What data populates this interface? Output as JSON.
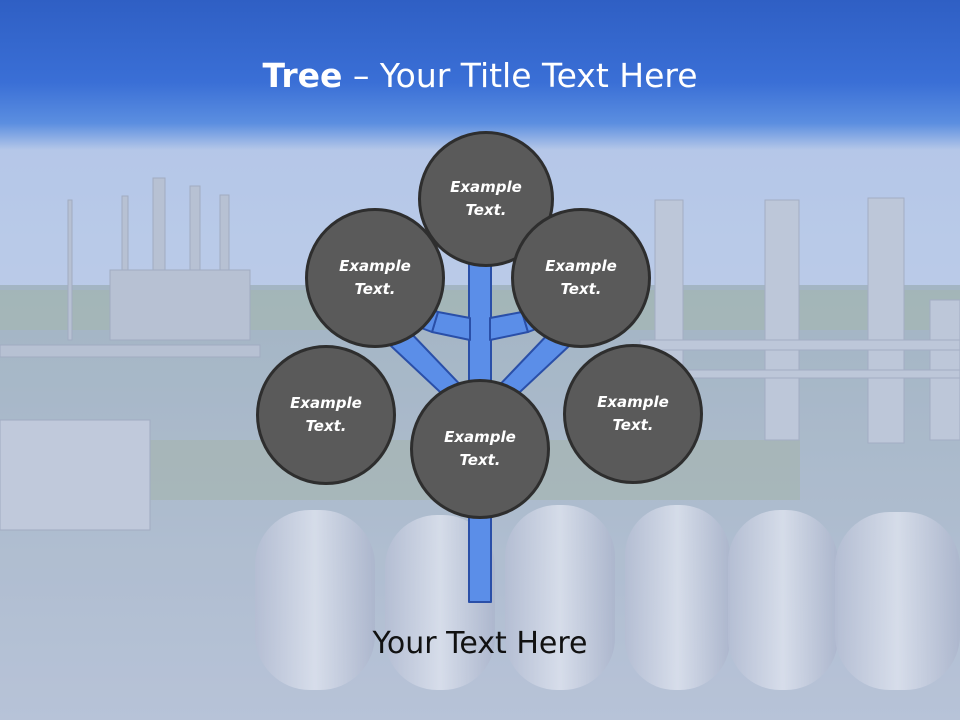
{
  "slide": {
    "title_bold": "Tree",
    "title_rest": " – Your Title Text Here",
    "caption": "Your Text Here"
  },
  "diagram": {
    "type": "tree",
    "nodes": [
      {
        "id": "top",
        "label": "Example Text."
      },
      {
        "id": "upper-left",
        "label": "Example Text."
      },
      {
        "id": "upper-right",
        "label": "Example Text."
      },
      {
        "id": "left",
        "label": "Example Text."
      },
      {
        "id": "center",
        "label": "Example Text."
      },
      {
        "id": "right",
        "label": "Example Text."
      }
    ]
  },
  "colors": {
    "title_band": "#3a6fd6",
    "tree_branch": "#5b8ee8",
    "node_fill": "#5a5a5a",
    "node_border": "#2e2e2e",
    "node_text": "#ffffff",
    "caption_text": "#111111"
  }
}
